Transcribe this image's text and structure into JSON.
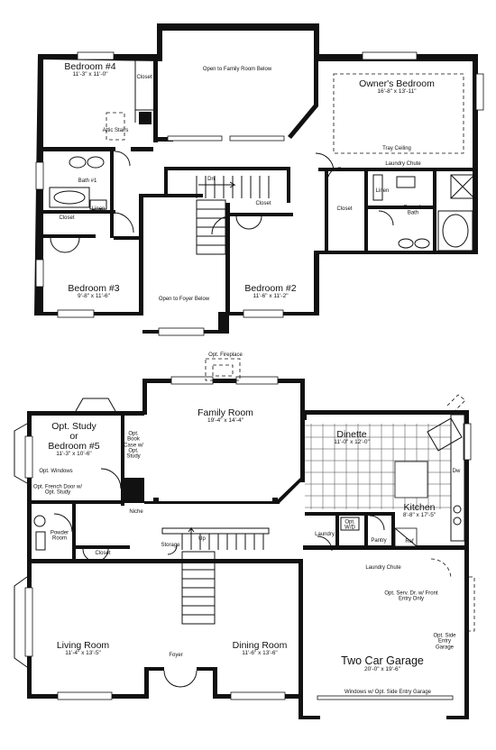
{
  "upper": {
    "bedroom4": {
      "name": "Bedroom #4",
      "dim": "11'-3\" x 11'-0\""
    },
    "closet_b4": "Closet",
    "attic": "Attic Stairs",
    "open_family": "Open to Family Room Below",
    "owners_bedroom": {
      "name": "Owner's Bedroom",
      "dim": "16'-8\" x 13'-11\""
    },
    "tray": "Tray Ceiling",
    "laundry_chute": "Laundry Chute",
    "linen_owner": "Linen",
    "owners_bath": "Owner's Bath",
    "closet_owner": "Closet",
    "bath2": "Bath #1",
    "linen_hall": "Linen",
    "closet_hall": "Closet",
    "dn": "Dn",
    "closet_stair": "Closet",
    "bedroom3": {
      "name": "Bedroom #3",
      "dim": "9'-8\" x 11'-6\""
    },
    "open_foyer": "Open to Foyer Below",
    "bedroom2": {
      "name": "Bedroom #2",
      "dim": "11'-6\" x 11'-2\""
    }
  },
  "lower": {
    "fireplace": "Opt. Fireplace",
    "family_room": {
      "name": "Family Room",
      "dim": "19'-4\" x 14'-4\""
    },
    "study": {
      "l1": "Opt. Study",
      "l2": "or",
      "l3": "Bedroom #5",
      "dim": "11'-3\" x 10'-6\""
    },
    "book_case": "Opt. Book Case w/ Opt. Study",
    "windows": "Opt. Windows",
    "french": "Opt. French Door w/ Opt. Study",
    "niche": "Niche",
    "powder": "Powder Room",
    "closet": "Closet",
    "storage": "Storage",
    "up": "Up",
    "dinette": {
      "name": "Dinette",
      "dim": "11'-0\" x 12'-0\""
    },
    "dw": "Dw",
    "kitchen": {
      "name": "Kitchen",
      "dim": "8'-8\" x 17'-5\""
    },
    "laundry": "Laundry",
    "washer": "Opt. W/D",
    "pantry": "Pantry",
    "ref": "Ref",
    "laundry_chute": "Laundry Chute",
    "serv_door": "Opt. Serv. Dr. w/ Front Entry Only",
    "side_entry": "Opt. Side Entry Garage",
    "living_room": {
      "name": "Living Room",
      "dim": "11'-4\" x 13'-5\""
    },
    "foyer": "Foyer",
    "dining_room": {
      "name": "Dining Room",
      "dim": "11'-6\" x 13'-6\""
    },
    "garage": {
      "name": "Two Car Garage",
      "dim": "20'-0\" x 19'-6\""
    },
    "garage_windows": "Windows w/ Opt. Side Entry Garage"
  }
}
